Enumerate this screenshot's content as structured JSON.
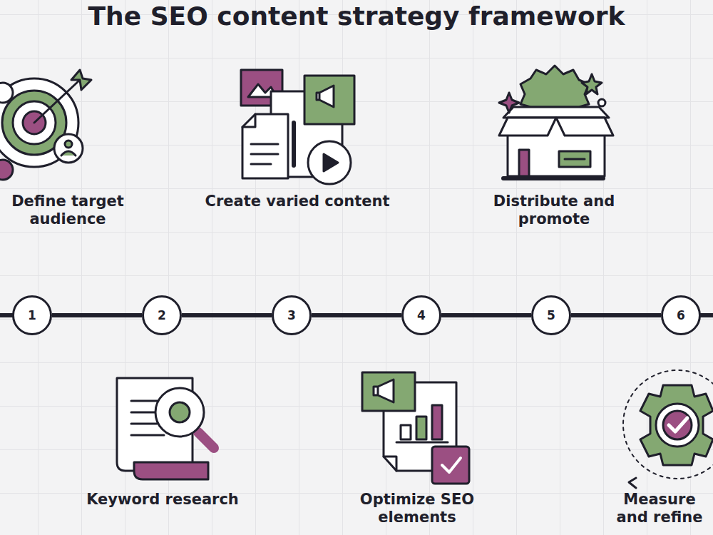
{
  "diagram": {
    "title": "The SEO content strategy framework",
    "nodes": [
      {
        "text": [
          "1"
        ]
      },
      {
        "text": [
          "2"
        ]
      },
      {
        "text": [
          "3"
        ]
      },
      {
        "text": [
          "4"
        ]
      },
      {
        "text": [
          "5"
        ]
      },
      {
        "text": [
          "6"
        ]
      }
    ],
    "edges": [
      {
        "from": 0,
        "to": 1,
        "arrow": "none"
      },
      {
        "from": 1,
        "to": 2,
        "arrow": "none"
      },
      {
        "from": 2,
        "to": 3,
        "arrow": "none"
      },
      {
        "from": 3,
        "to": 4,
        "arrow": "none"
      },
      {
        "from": 4,
        "to": 5,
        "arrow": "none"
      }
    ],
    "labels": [
      "Define target audience",
      "Create varied content",
      "Distribute and promote",
      "Keyword research",
      "Optimize SEO elements",
      "Measure and refine"
    ]
  }
}
